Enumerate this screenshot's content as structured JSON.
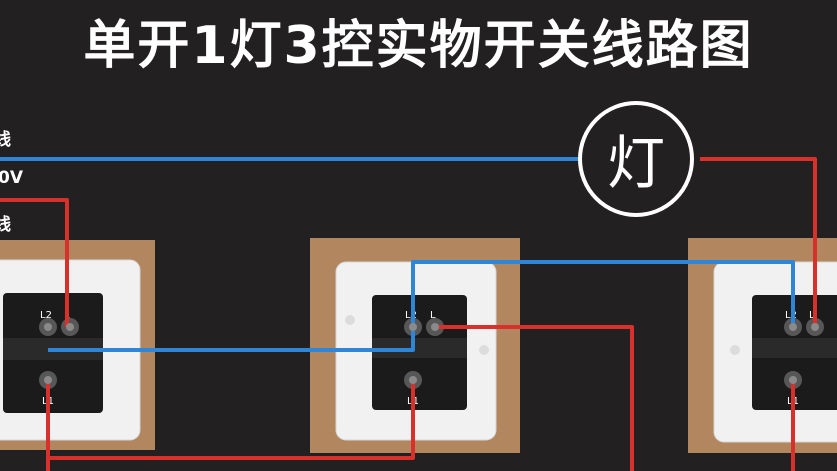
{
  "title": "单开1灯3控实物开关线路图",
  "lamp": {
    "label": "灯"
  },
  "left_labels": [
    "线",
    "0V",
    "线"
  ],
  "switches": [
    {
      "terminals": [
        "L2",
        "L",
        "L1"
      ]
    },
    {
      "terminals": [
        "L2",
        "L",
        "L1"
      ]
    },
    {
      "terminals": [
        "L2",
        "L",
        "L1"
      ]
    }
  ],
  "colors": {
    "background": "#232021",
    "neutral_wire": "#2f86d6",
    "live_wire": "#d8312c",
    "wall_box": "#b2865f",
    "faceplate": "#f1f1f1",
    "module": "#1b1b1b"
  }
}
